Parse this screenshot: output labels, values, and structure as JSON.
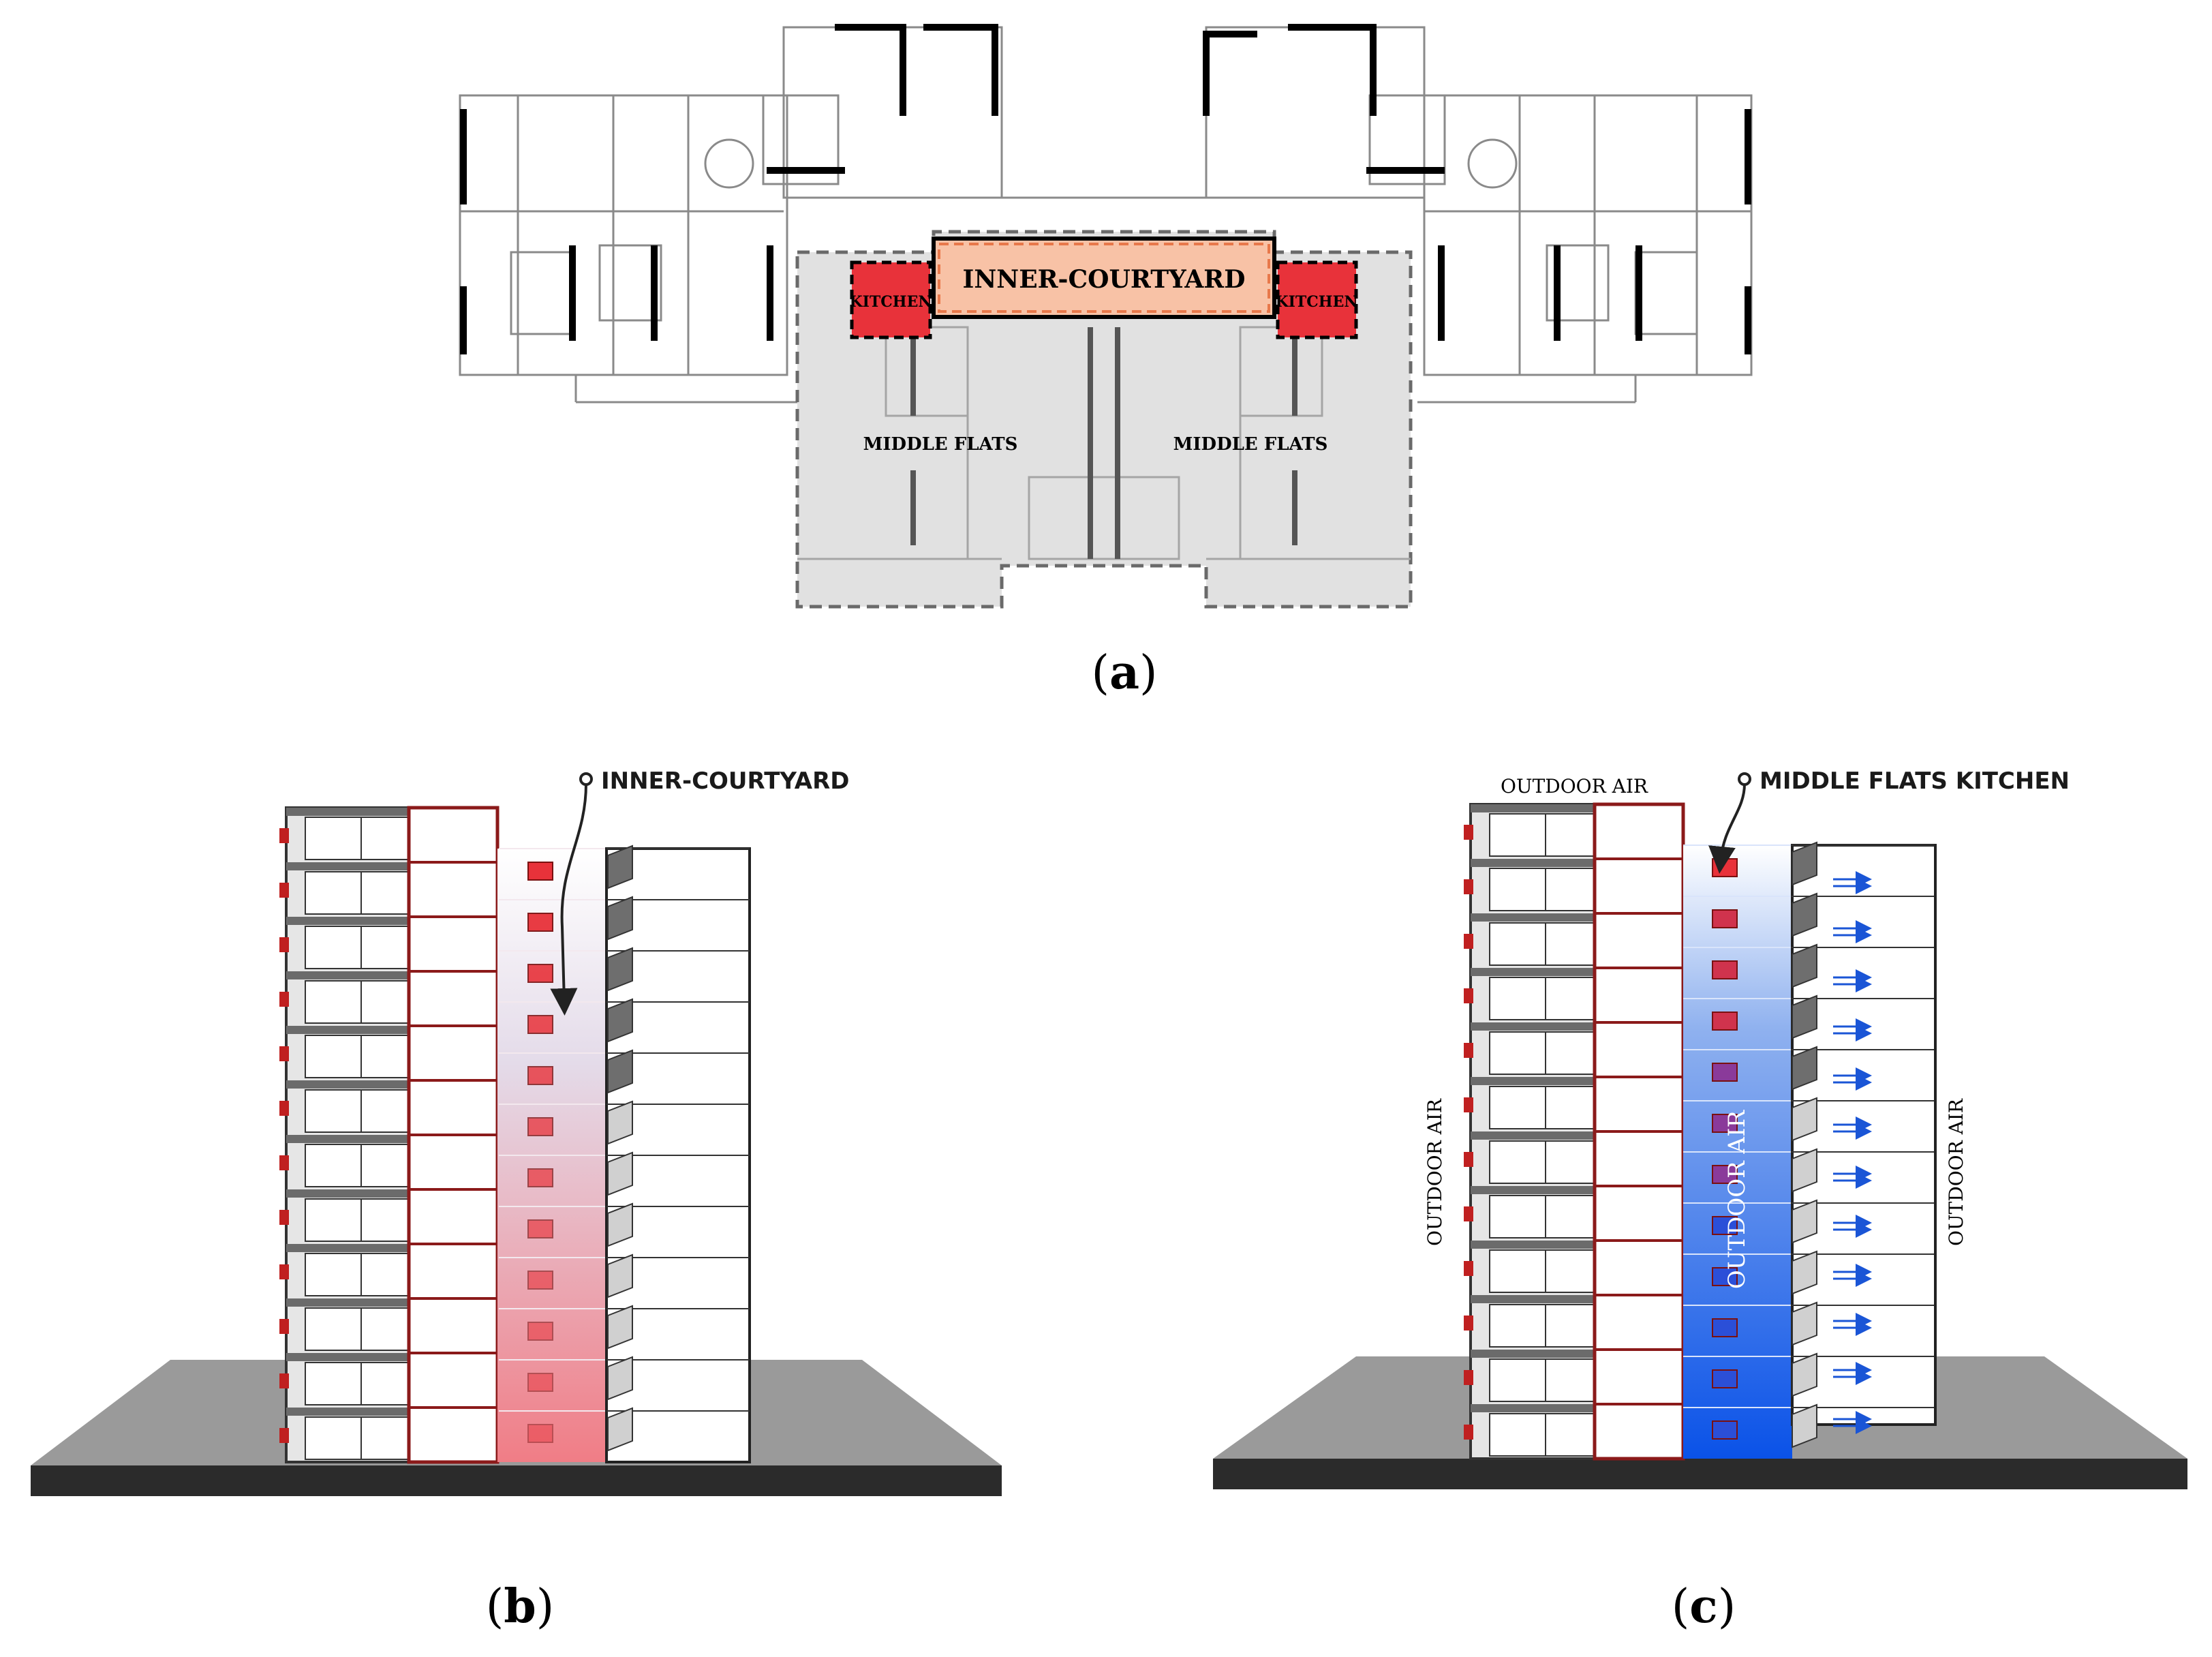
{
  "panel_a": {
    "courtyard_label": "INNER-COURTYARD",
    "kitchen_left": "KITCHEN",
    "kitchen_right": "KITCHEN",
    "middle_flats_left": "MIDDLE FLATS",
    "middle_flats_right": "MIDDLE FLATS",
    "caption_letter": "a"
  },
  "panel_b": {
    "callout": "INNER-COURTYARD",
    "caption_letter": "b"
  },
  "panel_c": {
    "callout": "MIDDLE FLATS KITCHEN",
    "outdoor_air_top": "OUTDOOR AIR",
    "outdoor_air_left": "OUTDOOR AIR",
    "outdoor_air_shaft": "OUTDOOR AIR",
    "outdoor_air_right": "OUTDOOR AIR",
    "caption_letter": "c"
  },
  "colors": {
    "kitchen_red": "#e8323a",
    "courtyard_orange": "#f6b99a",
    "shaft_blue": "#1459e6",
    "shaft_pink": "#f28a8f",
    "ground": "#9a9a9a",
    "slab": "#2b2b2b"
  }
}
